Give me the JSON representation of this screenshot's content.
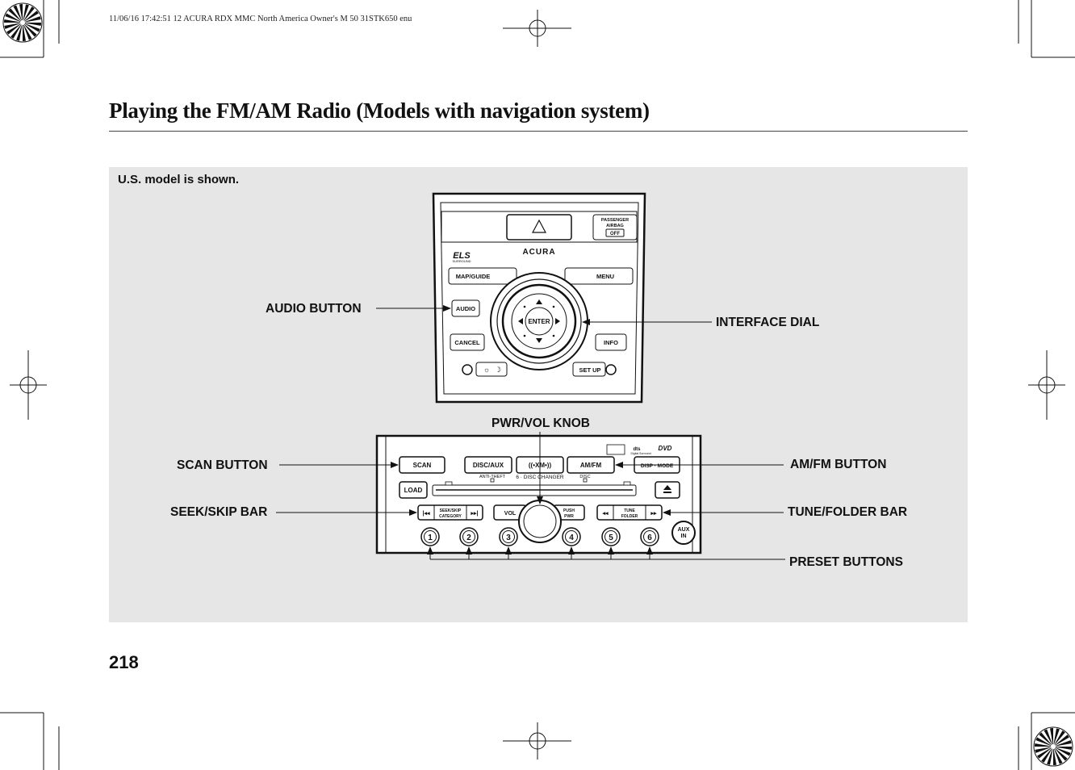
{
  "print_header": "11/06/16 17:42:51   12 ACURA RDX MMC North America Owner's M 50 31STK650 enu",
  "page_title": "Playing the FM/AM Radio (Models with navigation system)",
  "figure_note": "U.S. model is shown.",
  "page_number": "218",
  "callouts": {
    "audio_button": "AUDIO BUTTON",
    "interface_dial": "INTERFACE DIAL",
    "pwr_vol_knob": "PWR/VOL KNOB",
    "scan_button": "SCAN BUTTON",
    "am_fm_button": "AM/FM BUTTON",
    "seek_skip_bar": "SEEK/SKIP BAR",
    "tune_folder_bar": "TUNE/FOLDER BAR",
    "preset_buttons": "PRESET BUTTONS"
  },
  "upper_panel": {
    "passenger_airbag": [
      "PASSENGER",
      "AIRBAG"
    ],
    "airbag_off": "OFF",
    "brand": "ACURA",
    "els": "ELS",
    "els_sub": "SURROUND",
    "map_guide": "MAP/GUIDE",
    "menu": "MENU",
    "audio": "AUDIO",
    "enter": "ENTER",
    "cancel": "CANCEL",
    "info": "INFO",
    "setup": "SET UP"
  },
  "lower_panel": {
    "scan": "SCAN",
    "disc_aux": "DISC/AUX",
    "xm": "((•XM•))",
    "am_fm": "AM/FM",
    "disp_mode": "DISP · MODE",
    "load": "LOAD",
    "anti_theft": "ANTI-THEFT",
    "changer": "6 · DISC CHANGER",
    "disc": "DISC",
    "dts": "dts",
    "dts_sub": "Digital Surround",
    "dvd": "DVD",
    "seek_skip": [
      "SEEK/SKIP",
      "CATEGORY"
    ],
    "vol": "VOL",
    "push_pwr": [
      "PUSH",
      "PWR"
    ],
    "tune_folder": [
      "TUNE",
      "FOLDER"
    ],
    "presets": [
      "1",
      "2",
      "3",
      "4",
      "5",
      "6"
    ],
    "aux_in": [
      "AUX",
      "IN"
    ]
  }
}
